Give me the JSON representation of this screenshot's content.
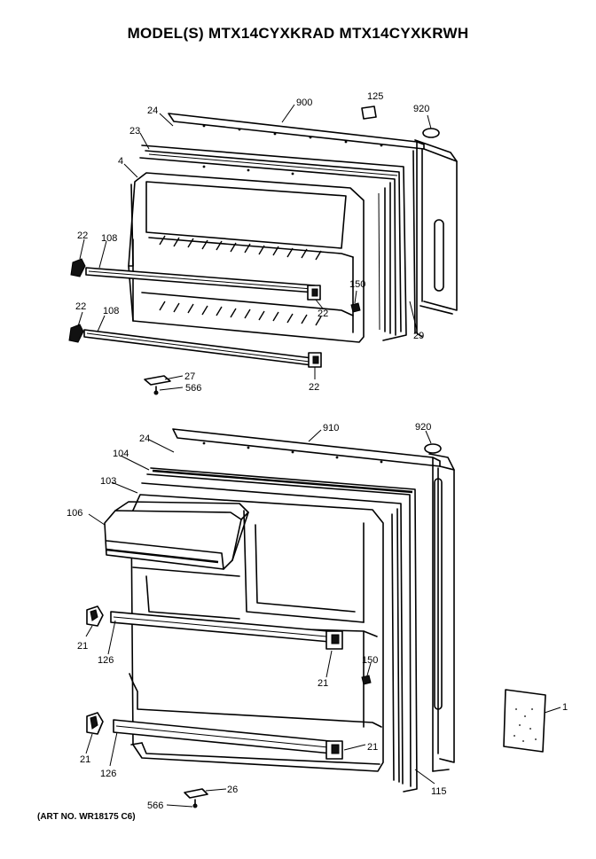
{
  "header": {
    "title": "MODEL(S) MTX14CYXKRAD  MTX14CYXKRWH"
  },
  "footer": {
    "art_number": "(ART NO. WR18175 C6)"
  },
  "callouts": {
    "c900": "900",
    "c125": "125",
    "c920a": "920",
    "c24a": "24",
    "c23": "23",
    "c4": "4",
    "c22a": "22",
    "c108a": "108",
    "c150a": "150",
    "c22b": "22",
    "c22c": "22",
    "c108b": "108",
    "c29": "29",
    "c22d": "22",
    "c27": "27",
    "c566a": "566",
    "c910": "910",
    "c920b": "920",
    "c24b": "24",
    "c104": "104",
    "c103": "103",
    "c106": "106",
    "c21a": "21",
    "c126a": "126",
    "c150b": "150",
    "c21b": "21",
    "c1": "1",
    "c21c": "21",
    "c126b": "126",
    "c21d": "21",
    "c115": "115",
    "c26": "26",
    "c566b": "566"
  }
}
